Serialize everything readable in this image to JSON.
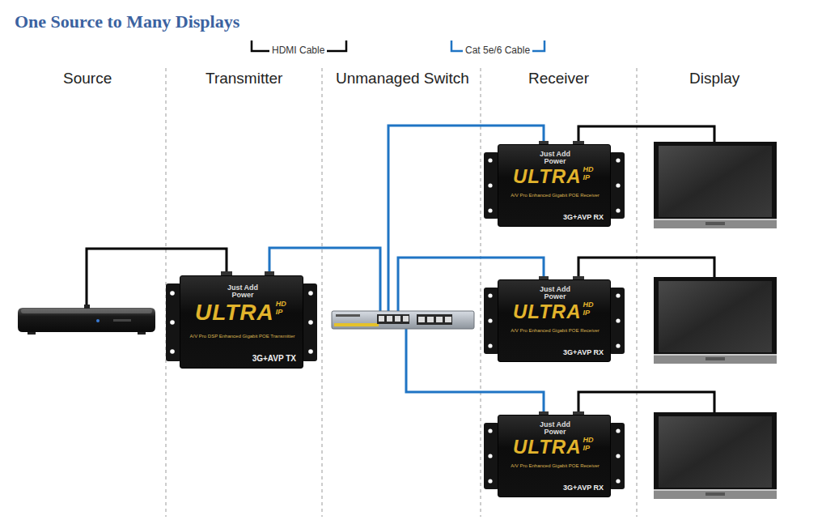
{
  "diagram": {
    "title": "One Source to Many Displays",
    "nodes": [
      {
        "text": [
          "Just Add Power",
          "ULTRA",
          "HD IP",
          "A/V Pro DSP Enhanced Gigabit POE Transmitter",
          "3G+AVP TX"
        ]
      },
      {
        "text": [
          "Just Add Power",
          "ULTRA",
          "HD IP",
          "A/V Pro Enhanced Gigabit POE Receiver",
          "3G+AVP RX"
        ]
      },
      {
        "text": [
          "Just Add Power",
          "ULTRA",
          "HD IP",
          "A/V Pro Enhanced Gigabit POE Receiver",
          "3G+AVP RX"
        ]
      },
      {
        "text": [
          "Just Add Power",
          "ULTRA",
          "HD IP",
          "A/V Pro Enhanced Gigabit POE Receiver",
          "3G+AVP RX"
        ]
      }
    ],
    "labels": [
      "Source",
      "Transmitter",
      "Unmanaged Switch",
      "Receiver",
      "Display"
    ],
    "legend": [
      {
        "text": "HDMI Cable"
      },
      {
        "text": "Cat 5e/6 Cable"
      }
    ]
  }
}
